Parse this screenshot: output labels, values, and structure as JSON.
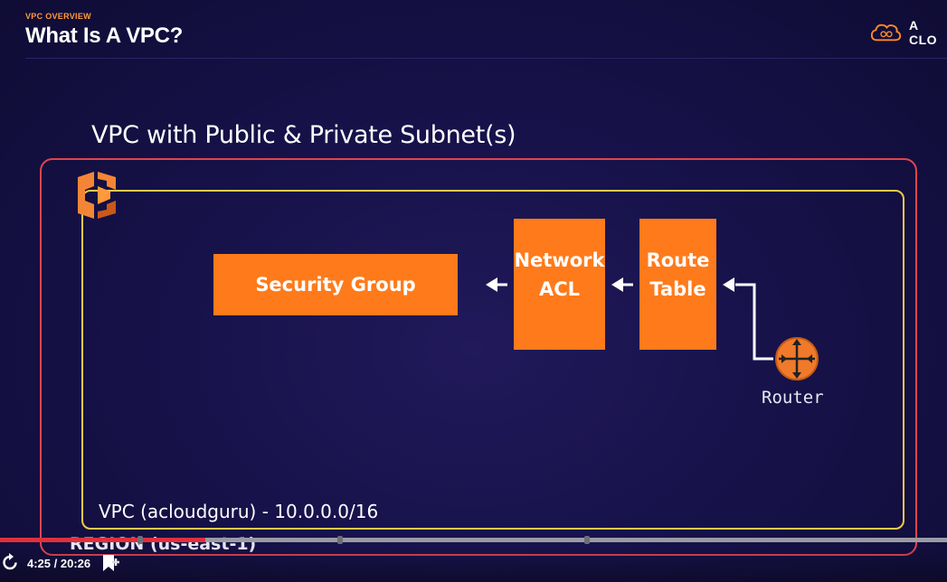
{
  "header": {
    "kicker": "VPC OVERVIEW",
    "title": "What Is A VPC?",
    "brand_text": "A CLO",
    "brand_icon": "cloud-guru-logo-icon"
  },
  "diagram": {
    "title": "VPC with Public & Private Subnet(s)",
    "security_group": "Security Group",
    "network_acl_line1": "Network",
    "network_acl_line2": "ACL",
    "route_table_line1": "Route",
    "route_table_line2": "Table",
    "router_label": "Router",
    "vpc_label": "VPC (acloudguru) - 10.0.0.0/16",
    "region_label": "REGION (us-east-1)",
    "colors": {
      "orange": "#ff7a1a",
      "region_border": "#e0454f",
      "vpc_border": "#f2c84a"
    }
  },
  "player": {
    "time": "4:25 / 20:26",
    "progress": 0.217,
    "chapter_markers": [
      0.148,
      0.359,
      0.62
    ],
    "replay_icon": "replay-icon",
    "bookmark_icon": "bookmark-add-icon"
  }
}
